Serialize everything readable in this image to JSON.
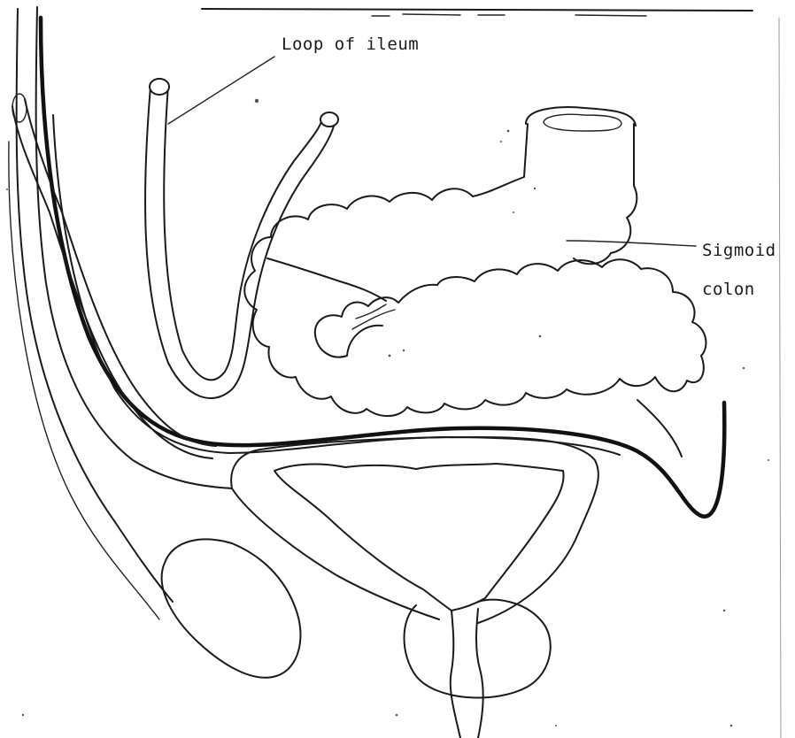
{
  "labels": {
    "ileum": "Loop of ileum",
    "sigmoid_line1": "Sigmoid",
    "sigmoid_line2": "colon"
  }
}
